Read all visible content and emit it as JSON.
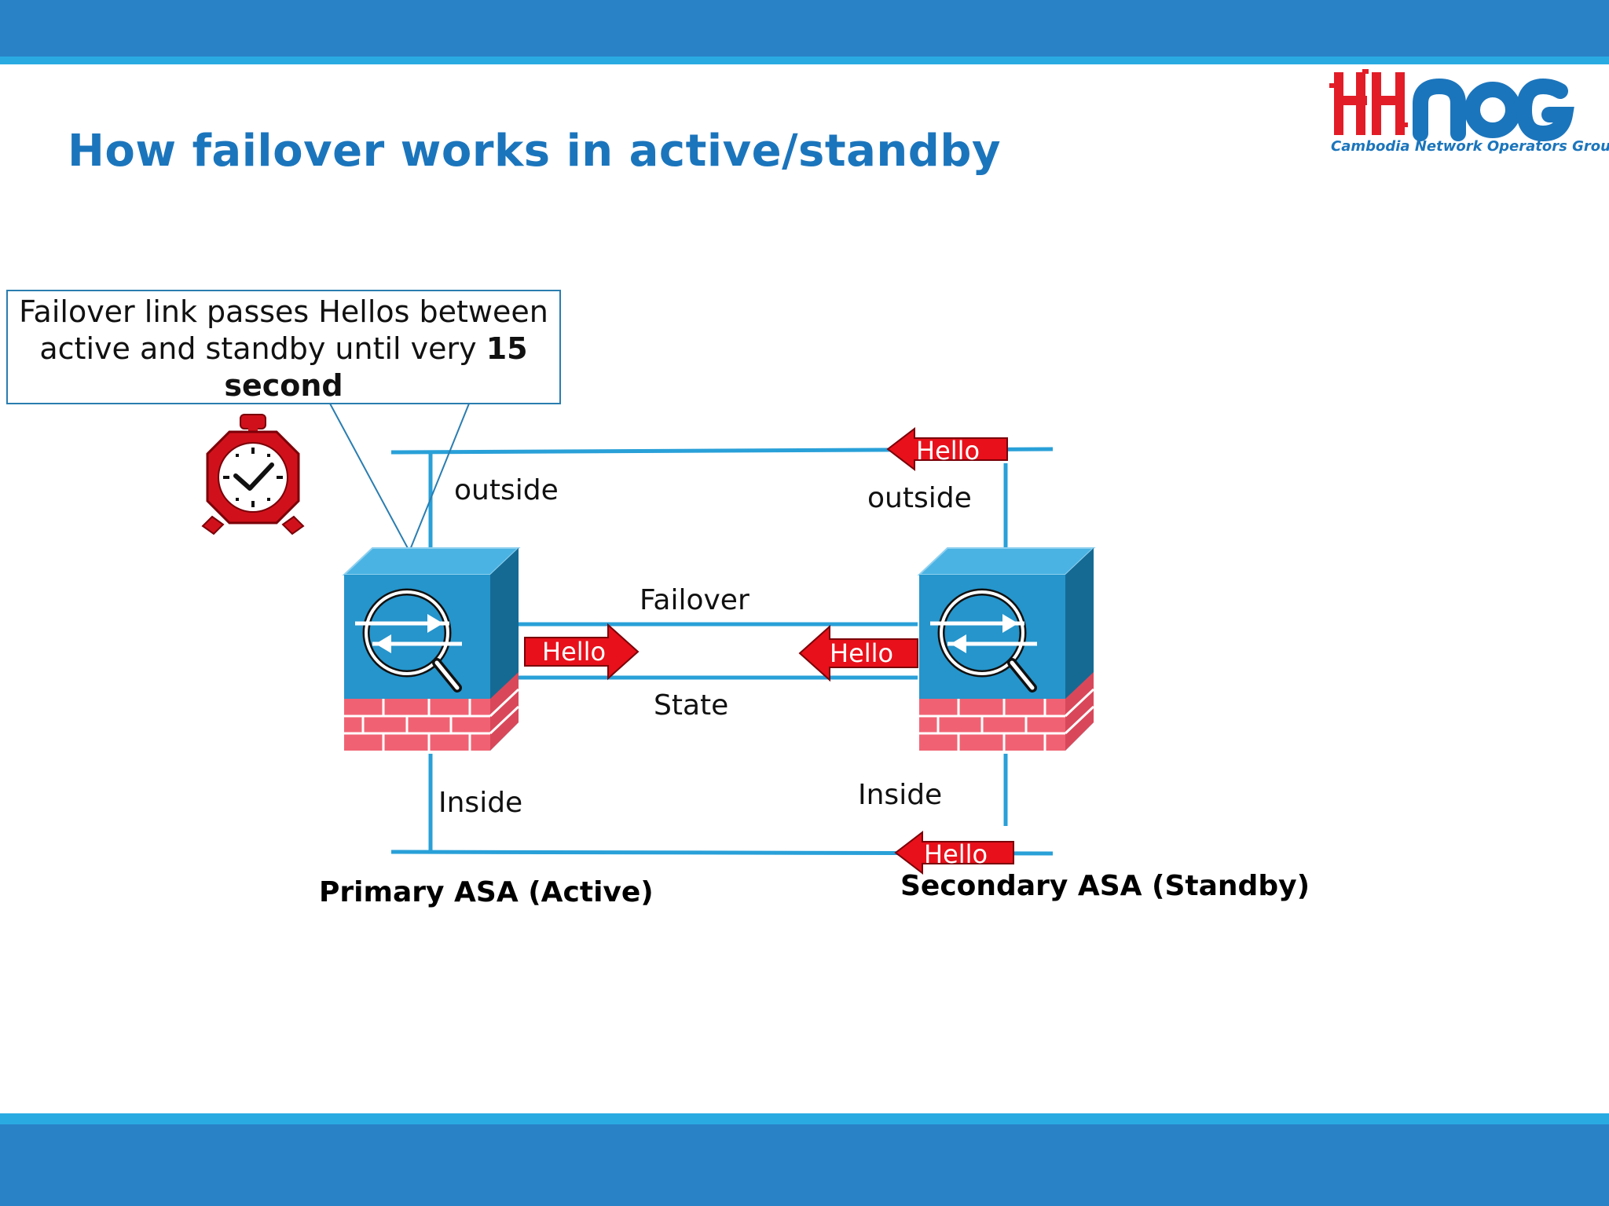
{
  "slide": {
    "title": "How failover works in active/standby"
  },
  "logo": {
    "wordmark": "KHNOG",
    "subtitle": "Cambodia Network Operators Group",
    "brand_red": "#e21d27",
    "brand_blue": "#1b75bc"
  },
  "callout": {
    "text_before": "Failover link passes Hellos between active and standby until very ",
    "bold_number": "15",
    "bold_unit": "second"
  },
  "labels": {
    "outside_left": "outside",
    "outside_right": "outside",
    "failover": "Failover",
    "state": "State",
    "inside_left": "Inside",
    "inside_right": "Inside",
    "hello": "Hello"
  },
  "devices": {
    "primary": "Primary ASA (Active)",
    "secondary": "Secondary ASA (Standby)"
  },
  "colors": {
    "header_band": "#2a82c6",
    "accent_line": "#29abe2",
    "link_line": "#29a0d8",
    "hello_arrow": "#e8101a",
    "firewall_face": "#2595cc",
    "firewall_side": "#156a94",
    "firewall_top": "#4ab3e3",
    "brick": "#f06273"
  },
  "icons": [
    "stopwatch-icon",
    "firewall-icon",
    "arrow-left-icon",
    "arrow-right-icon"
  ]
}
